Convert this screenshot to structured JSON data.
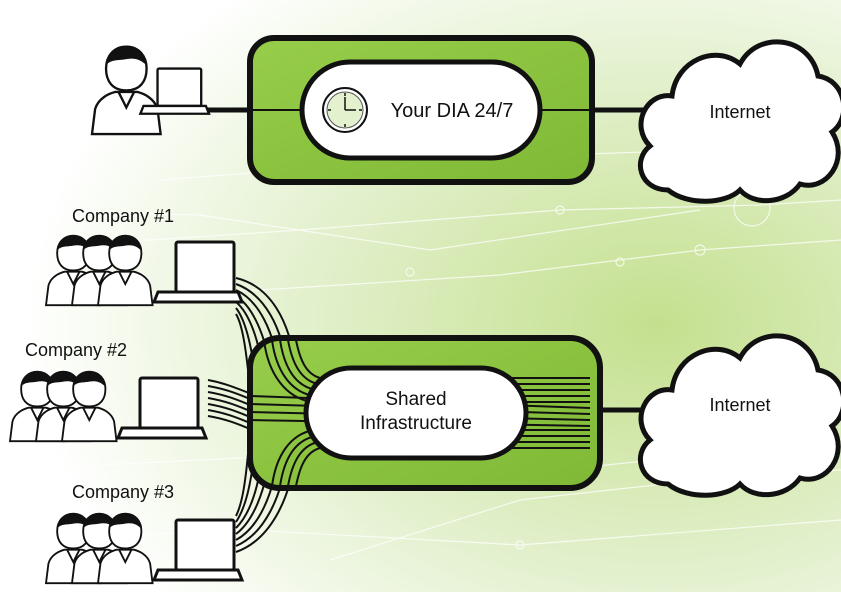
{
  "top": {
    "box_label": "Your DIA 24/7",
    "internet_label": "Internet",
    "icons": [
      "user-with-laptop-icon",
      "clock-icon",
      "cloud-icon"
    ]
  },
  "bottom": {
    "box_label_line1": "Shared",
    "box_label_line2": "Infrastructure",
    "internet_label": "Internet",
    "companies": [
      {
        "label": "Company #1"
      },
      {
        "label": "Company #2"
      },
      {
        "label": "Company #3"
      }
    ]
  },
  "colors": {
    "green": "#8cc63f",
    "green_dark": "#6fa82a",
    "background_tint": "#d8ecb8",
    "outline": "#111111"
  }
}
